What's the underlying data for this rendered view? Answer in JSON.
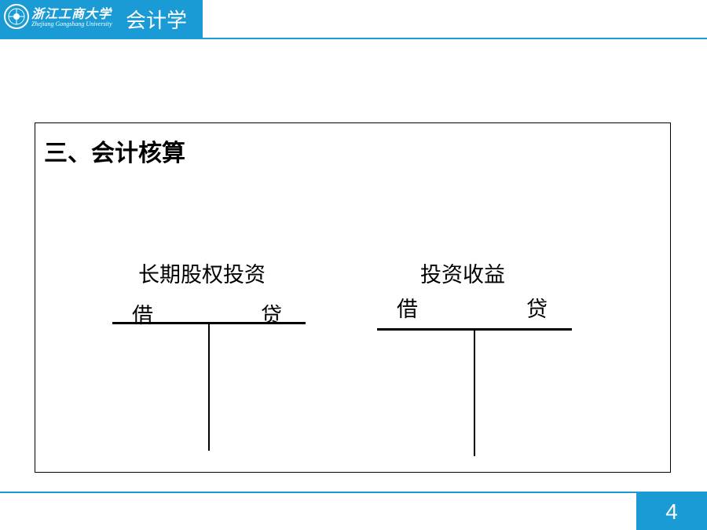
{
  "header": {
    "university_name_cn": "浙江工商大学",
    "university_name_en": "Zhejiang Gongshang University",
    "course_title": "会计学",
    "brand_color": "#1a9bd5"
  },
  "section": {
    "title": "三、会计核算"
  },
  "t_accounts": [
    {
      "name": "长期股权投资",
      "debit_label": "借",
      "credit_label": "贷"
    },
    {
      "name": "投资收益",
      "debit_label": "借",
      "credit_label": "贷"
    }
  ],
  "footer": {
    "page_number": "4"
  }
}
